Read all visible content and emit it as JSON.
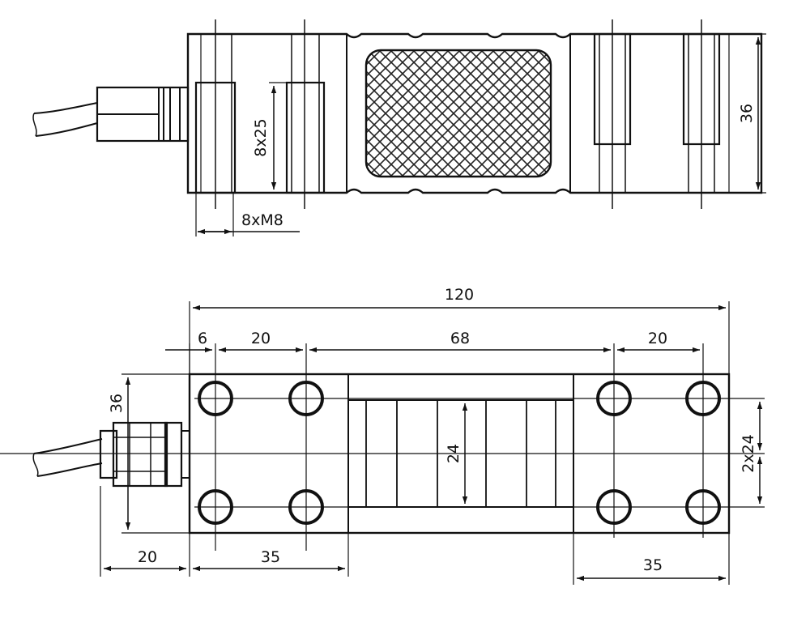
{
  "side_view": {
    "dims": {
      "height": "36",
      "pocket_depth": "8x25",
      "thread": "8xM8"
    }
  },
  "plan_view": {
    "dims": {
      "overall_length": "120",
      "edge_offset": "6",
      "hole_pitch_left": "20",
      "hole_span_center": "68",
      "hole_pitch_right": "20",
      "width": "36",
      "gauge_width": "24",
      "hole_spacing_y": "2x24",
      "cable_offset": "20",
      "end_block_left": "35",
      "end_block_right": "35"
    }
  },
  "colors": {
    "line": "#111111",
    "paper": "#ffffff"
  }
}
